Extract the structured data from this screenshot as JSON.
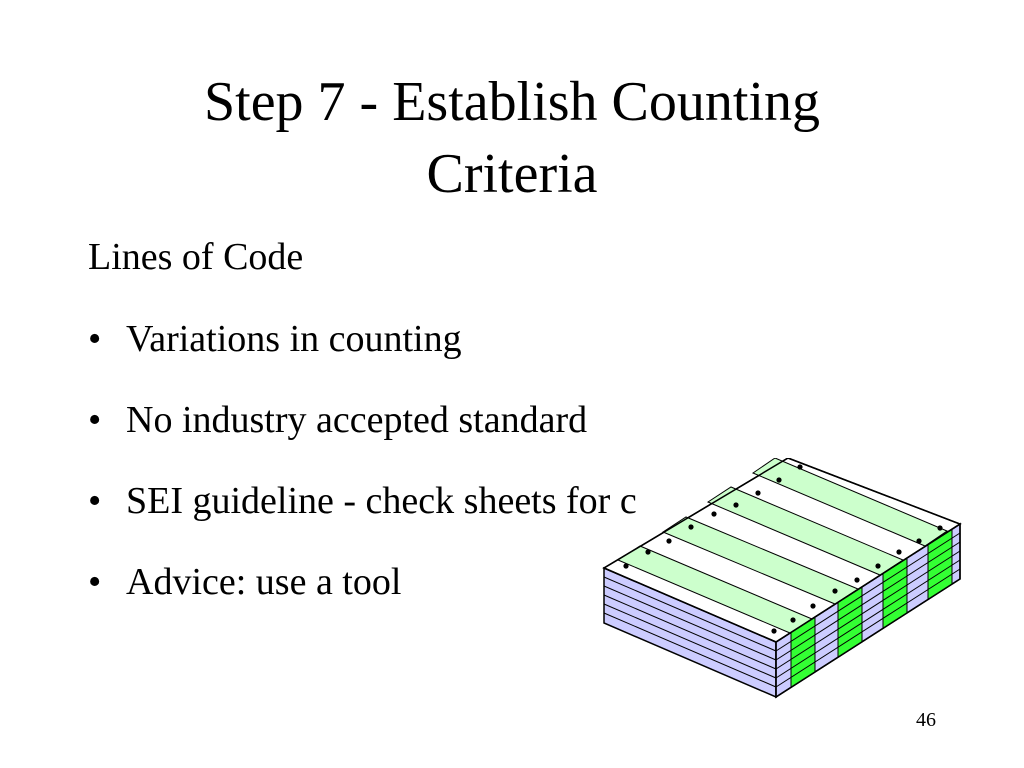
{
  "slide": {
    "title_line1": "Step 7 - Establish Counting",
    "title_line2": "Criteria",
    "subheading": "Lines of Code",
    "bullet_symbol": "•",
    "bullets": [
      "Variations in counting",
      "No industry accepted standard",
      "SEI guideline - check sheets for c",
      "Advice:  use a tool"
    ],
    "page_number": "46",
    "illustration": "stack-of-green-bar-continuous-form-paper",
    "colors": {
      "paper_green": "#CCFFCC",
      "paper_edge_blue": "#CCCCFF",
      "paper_edge_green": "#33FF33",
      "outline": "#000000"
    }
  }
}
